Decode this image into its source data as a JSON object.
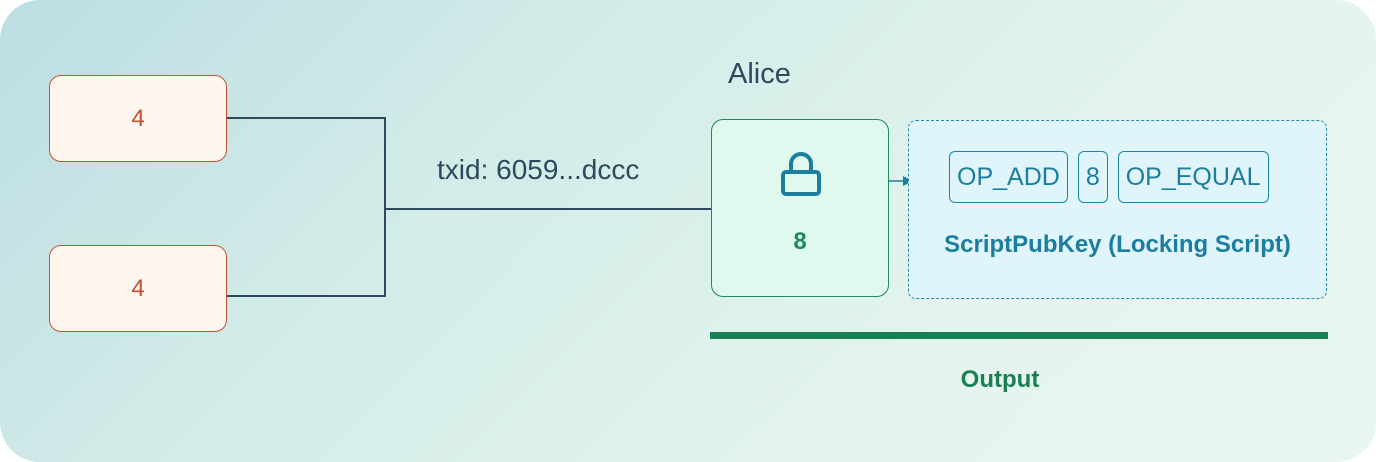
{
  "inputs": [
    {
      "value": "4"
    },
    {
      "value": "4"
    }
  ],
  "transaction": {
    "txid_label": "txid: 6059...dccc"
  },
  "output": {
    "owner": "Alice",
    "value": "8",
    "script": {
      "ops": [
        "OP_ADD",
        "8",
        "OP_EQUAL"
      ],
      "label": "ScriptPubKey (Locking Script)"
    },
    "section_label": "Output"
  },
  "icons": {
    "lock": "lock-icon"
  },
  "colors": {
    "input_border": "#c65434",
    "input_text": "#c44f2e",
    "utxo_border": "#1f8a5b",
    "script_accent": "#1b86a8",
    "wire": "#2d4a5e"
  }
}
